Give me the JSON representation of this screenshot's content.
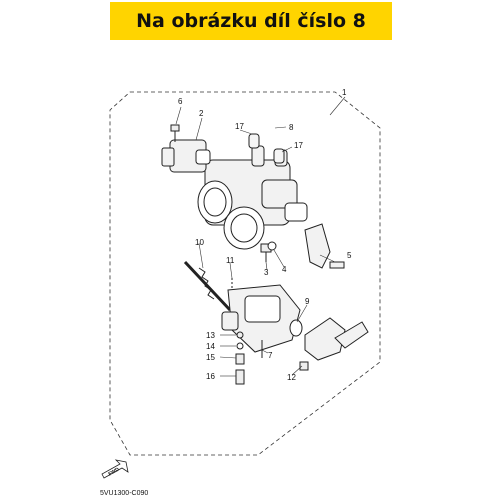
{
  "header": {
    "title": "Na obrázku díl číslo 8"
  },
  "diagram": {
    "callouts": [
      "1",
      "2",
      "3",
      "4",
      "5",
      "6",
      "7",
      "8",
      "9",
      "10",
      "11",
      "12",
      "13",
      "14",
      "15",
      "16",
      "17",
      "17"
    ],
    "fwd_label": "FWD",
    "drawing_code": "5VU1300-C090"
  }
}
